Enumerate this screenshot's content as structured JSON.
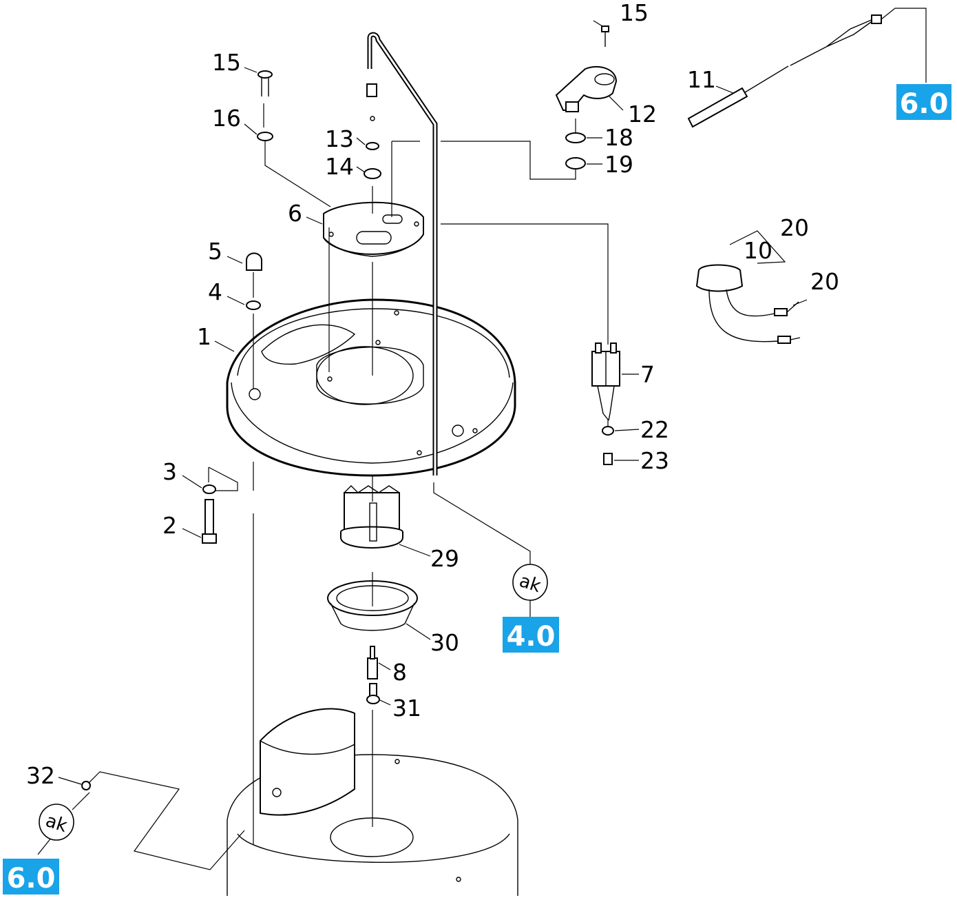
{
  "part_numbers": {
    "p1": "1",
    "p2": "2",
    "p3": "3",
    "p4": "4",
    "p5": "5",
    "p6": "6",
    "p7": "7",
    "p8": "8",
    "p10": "10",
    "p11": "11",
    "p12": "12",
    "p13": "13",
    "p14": "14",
    "p15a": "15",
    "p15b": "15",
    "p16": "16",
    "p18": "18",
    "p19": "19",
    "p20a": "20",
    "p20b": "20",
    "p22": "22",
    "p23": "23",
    "p29": "29",
    "p30": "30",
    "p31": "31",
    "p32": "32"
  },
  "references": {
    "ref_top_right": "6.0",
    "ref_middle": "4.0",
    "ref_bottom_left": "6.0"
  },
  "ak_symbols": {
    "ak_middle": "ak",
    "ak_bottom_left": "ak"
  },
  "colors": {
    "reference_badge": "#19a3e8",
    "line_art": "#000000"
  }
}
